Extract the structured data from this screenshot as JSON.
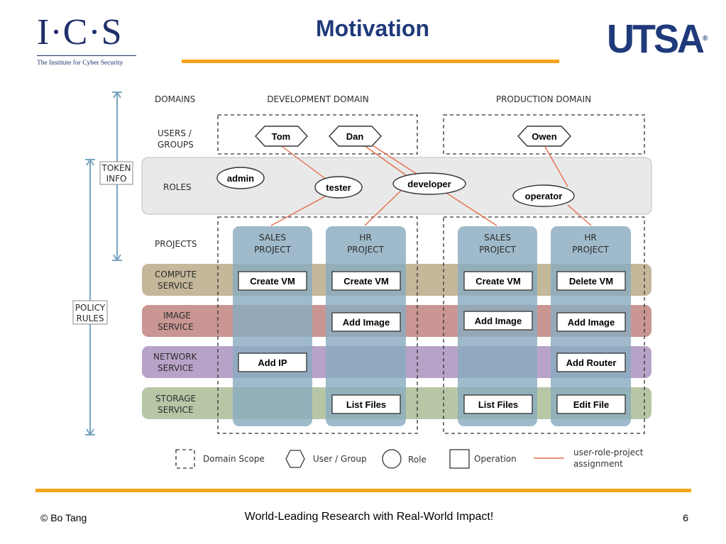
{
  "header": {
    "ics_logo_letters": "I·C·S",
    "ics_logo_subtitle": "The Institute for Cyber Security",
    "title": "Motivation",
    "utsa_logo": "UTSA"
  },
  "footer": {
    "author": "© Bo Tang",
    "tagline": "World-Leading Research with Real-World Impact!",
    "page_number": "6"
  },
  "diagram": {
    "row_labels": {
      "domains": "DOMAINS",
      "users_1": "USERS /",
      "users_2": "GROUPS",
      "roles": "ROLES",
      "projects": "PROJECTS",
      "compute_1": "COMPUTE",
      "compute_2": "SERVICE",
      "image_1": "IMAGE",
      "image_2": "SERVICE",
      "network_1": "NETWORK",
      "network_2": "SERVICE",
      "storage_1": "STORAGE",
      "storage_2": "SERVICE"
    },
    "side_labels": {
      "token_1": "TOKEN",
      "token_2": "INFO",
      "policy_1": "POLICY",
      "policy_2": "RULES"
    },
    "domains": {
      "development": "DEVELOPMENT DOMAIN",
      "production": "PRODUCTION DOMAIN"
    },
    "users": {
      "tom": "Tom",
      "dan": "Dan",
      "owen": "Owen"
    },
    "roles": {
      "admin": "admin",
      "tester": "tester",
      "developer": "developer",
      "operator": "operator"
    },
    "projects": {
      "dev_sales_1": "SALES",
      "dev_sales_2": "PROJECT",
      "dev_hr_1": "HR",
      "dev_hr_2": "PROJECT",
      "prod_sales_1": "SALES",
      "prod_sales_2": "PROJECT",
      "prod_hr_1": "HR",
      "prod_hr_2": "PROJECT"
    },
    "operations": {
      "dev_sales_compute": "Create VM",
      "dev_hr_compute": "Create VM",
      "prod_sales_compute": "Create VM",
      "prod_hr_compute": "Delete VM",
      "dev_hr_image": "Add Image",
      "prod_sales_image": "Add Image",
      "prod_hr_image": "Add Image",
      "dev_sales_network": "Add IP",
      "prod_hr_network": "Add Router",
      "dev_hr_storage": "List Files",
      "prod_sales_storage": "List Files",
      "prod_hr_storage": "Edit File"
    },
    "legend": {
      "domain_scope": "Domain Scope",
      "user_group": "User / Group",
      "role": "Role",
      "operation": "Operation",
      "assignment_1": "user-role-project",
      "assignment_2": "assignment"
    },
    "colors": {
      "roles_band": "#e9e9e9",
      "compute_band": "#c4b79a",
      "image_band": "#c99693",
      "network_band": "#b8a3c8",
      "storage_band": "#b7c7a6",
      "project_column": "#8aacbf",
      "assignment_line": "#e4704b",
      "accent_orange": "#f5a21b",
      "navy": "#1f3a7a"
    }
  }
}
